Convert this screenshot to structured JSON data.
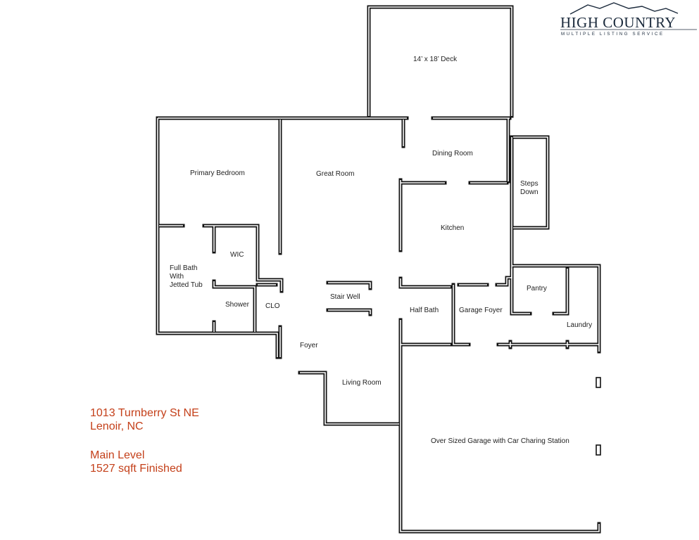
{
  "logo": {
    "title": "HIGH COUNTRY",
    "subtitle": "MULTIPLE LISTING SERVICE",
    "mark": "mountain-icon",
    "color": "#1b2a3c"
  },
  "listing": {
    "address_line1": "1013 Turnberry St NE",
    "address_line2": "Lenoir, NC",
    "level": "Main Level",
    "area": "1527 sqft Finished",
    "text_color": "#c4401a"
  },
  "rooms": {
    "deck": "14’ x 18’ Deck",
    "dining_room": "Dining Room",
    "steps_down_1": "Steps",
    "steps_down_2": "Down",
    "primary_bedroom": "Primary Bedroom",
    "great_room": "Great Room",
    "kitchen": "Kitchen",
    "wic": "WIC",
    "full_bath_1": "Full Bath",
    "full_bath_2": "With",
    "full_bath_3": "Jetted Tub",
    "shower": "Shower",
    "clo": "CLO",
    "stair_well": "Stair Well",
    "half_bath": "Half Bath",
    "garage_foyer": "Garage Foyer",
    "pantry": "Pantry",
    "laundry": "Laundry",
    "foyer": "Foyer",
    "living_room": "Living Room",
    "garage": "Over Sized Garage with Car Charing Station"
  },
  "wall_color": "#111111"
}
